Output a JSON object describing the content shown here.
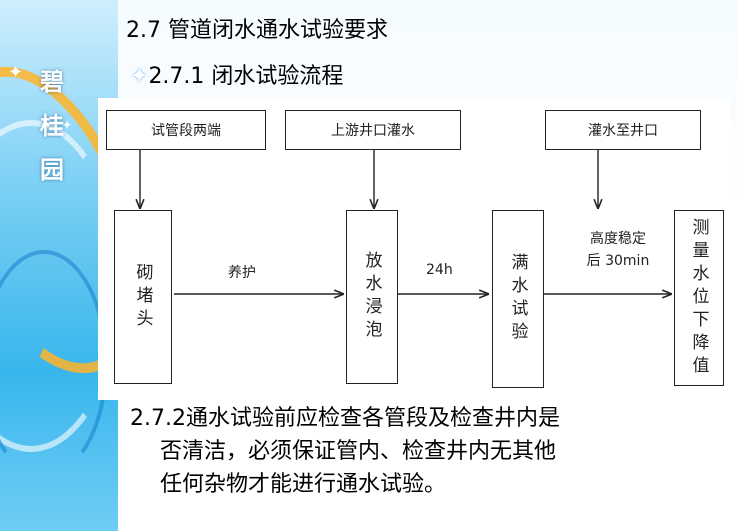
{
  "sidebar": {
    "brand": "碧桂园"
  },
  "headings": {
    "section": "2.7 管道闭水通水试验要求",
    "subsection": "2.7.1 闭水试验流程"
  },
  "flow": {
    "top_boxes": [
      "试管段两端",
      "上游井口灌水",
      "灌水至井口"
    ],
    "steps": [
      "砌堵头",
      "放水浸泡",
      "满水试验",
      "测量水位下降值"
    ],
    "edge_labels": [
      "养护",
      "24h",
      "高度稳定",
      "后 30min"
    ]
  },
  "paragraph": {
    "line1": "2.7.2通水试验前应检查各管段及检查井内是",
    "line2": "否清洁，必须保证管内、检查井内无其他",
    "line3": "任何杂物才能进行通水试验。"
  }
}
